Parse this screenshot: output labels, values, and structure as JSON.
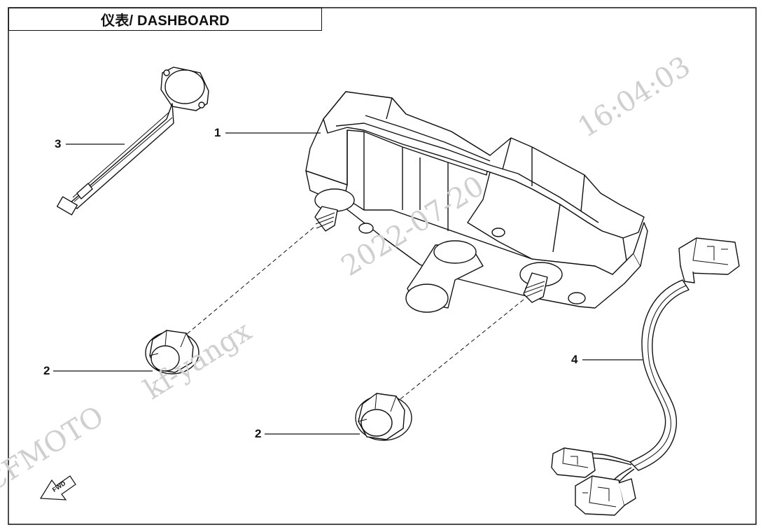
{
  "title": "仪表/ DASHBOARD",
  "callouts": {
    "c1": "1",
    "c2a": "2",
    "c2b": "2",
    "c3": "3",
    "c4": "4"
  },
  "watermark": {
    "brand": "CFMOTO",
    "user": "kf-yangx",
    "date": "2022-07-20",
    "time": "16:04:03"
  },
  "fwd_label": "FWD"
}
